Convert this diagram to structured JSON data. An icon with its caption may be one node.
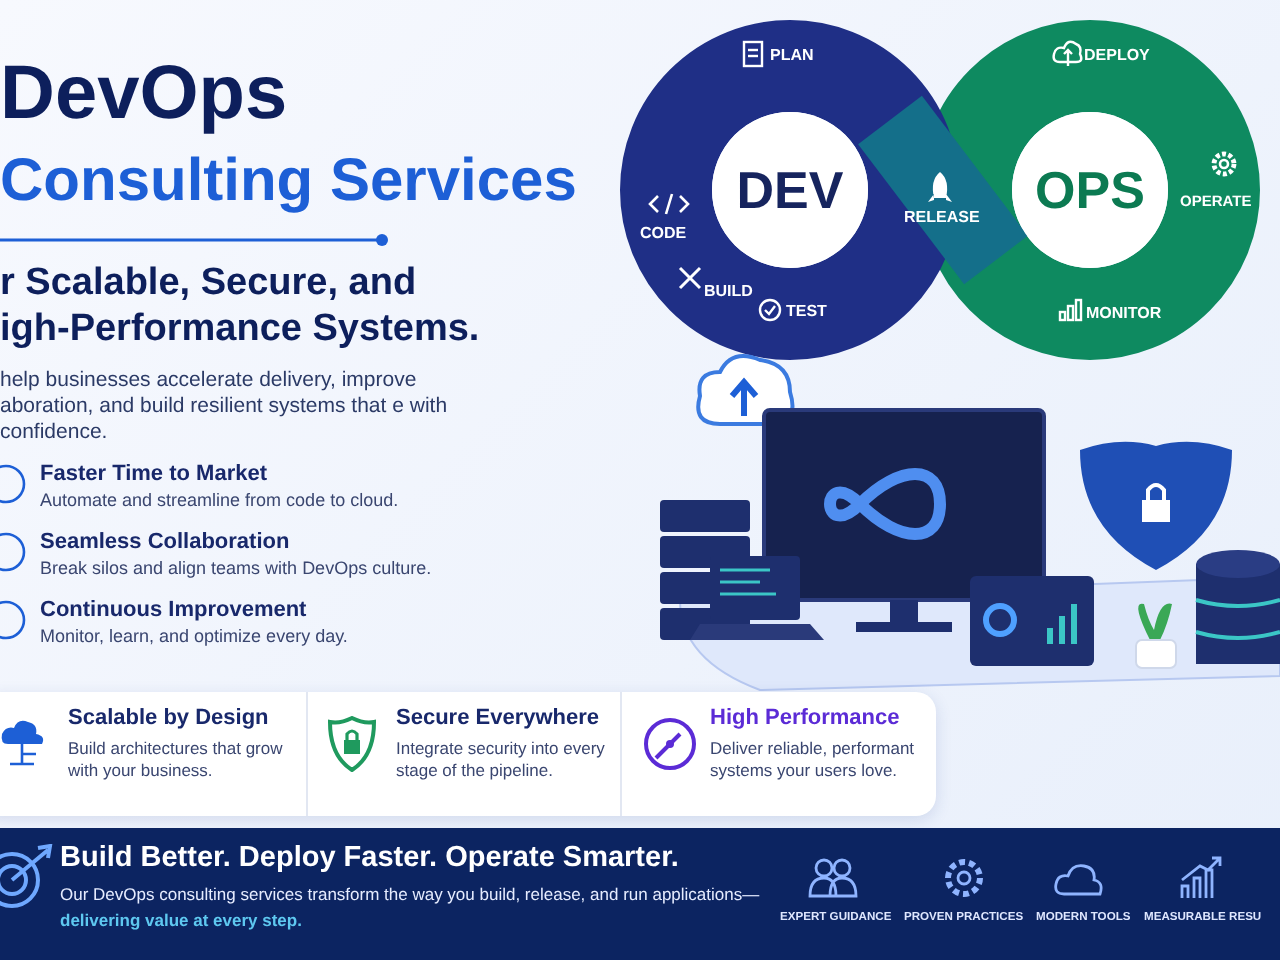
{
  "diagram": {
    "title": "DevOps",
    "nodes": [
      {
        "text": [
          "DEV"
        ]
      },
      {
        "text": [
          "OPS"
        ]
      },
      {
        "text": [],
        "shape": "box"
      },
      {
        "text": [
          "Scalable by Design",
          "Build architectures that grow with your business."
        ],
        "in": 2
      },
      {
        "text": [
          "Secure Everywhere",
          "Integrate security into every stage of the pipeline."
        ],
        "in": 2
      },
      {
        "text": [
          "High Performance",
          "Deliver reliable, performant systems your users love."
        ],
        "in": 2
      },
      {
        "text": [
          "Build Better. Deploy Faster. Operate Smarter.",
          "Our DevOps consulting services transform the way you build, release, and run applications—",
          "delivering value at every step."
        ]
      }
    ],
    "edges": [],
    "labels": [
      "Consulting Services",
      "r Scalable, Secure, and igh-Performance Systems.",
      "help businesses accelerate delivery, improve aboration, and build resilient systems that e with confidence.",
      "Faster Time to Market",
      "Automate and streamline from code to cloud.",
      "Seamless Collaboration",
      "Break silos and align teams with DevOps culture.",
      "Continuous Improvement",
      "Monitor, learn, and optimize every day.",
      "PLAN",
      "CODE",
      "BUILD",
      "TEST",
      "RELEASE",
      "DEPLOY",
      "OPERATE",
      "MONITOR",
      "EXPERT GUIDANCE",
      "PROVEN PRACTICES",
      "MODERN TOOLS",
      "MEASURABLE RESU"
    ]
  }
}
